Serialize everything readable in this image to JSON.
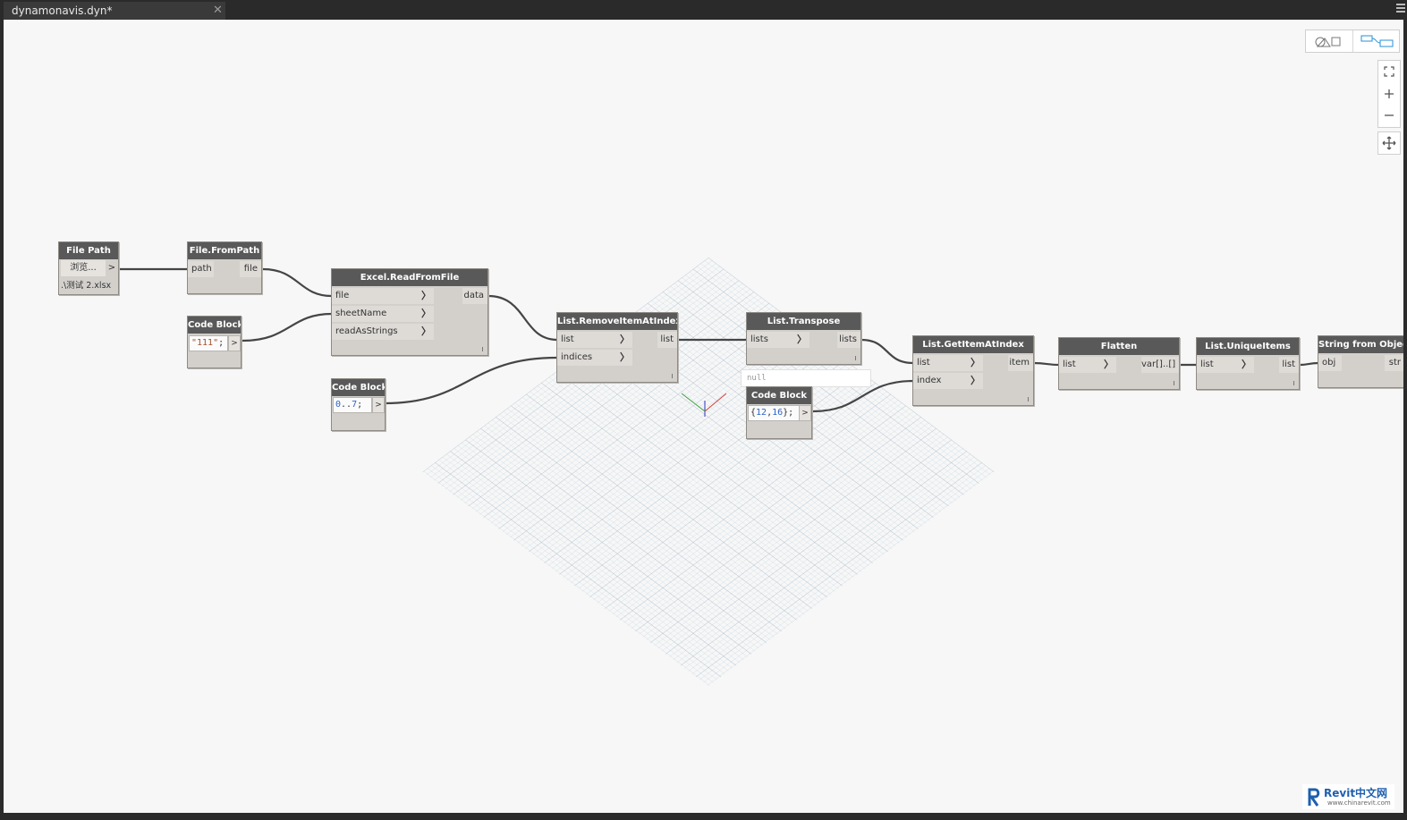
{
  "tab": {
    "title": "dynamonavis.dyn*",
    "close": "✕"
  },
  "nodes": {
    "file_path": {
      "title": "File Path",
      "browse": "浏览...",
      "out": ">",
      "value": ".\\测试 2.xlsx"
    },
    "file_from_path": {
      "title": "File.FromPath",
      "in": "path",
      "out": "file"
    },
    "code_block_1": {
      "title": "Code Block",
      "code_str": "\"111\"",
      "code_end": ";",
      "out": ">"
    },
    "excel_read": {
      "title": "Excel.ReadFromFile",
      "in1": "file",
      "in2": "sheetName",
      "in3": "readAsStrings",
      "out": "data"
    },
    "code_block_2": {
      "title": "Code Block",
      "code_a": "0",
      "code_op": "..",
      "code_b": "7",
      "code_end": ";",
      "out": ">"
    },
    "list_remove": {
      "title": "List.RemoveItemAtIndex",
      "in1": "list",
      "in2": "indices",
      "out": "list"
    },
    "list_transpose": {
      "title": "List.Transpose",
      "in": "lists",
      "out": "lists"
    },
    "null_preview": "null",
    "code_block_3": {
      "title": "Code Block",
      "code_open": "{",
      "code_a": "12",
      "code_sep": ",",
      "code_b": "16",
      "code_close": "};",
      "out": ">"
    },
    "list_get": {
      "title": "List.GetItemAtIndex",
      "in1": "list",
      "in2": "index",
      "out": "item"
    },
    "flatten": {
      "title": "Flatten",
      "in": "list",
      "out": "var[]..[]"
    },
    "unique": {
      "title": "List.UniqueItems",
      "in": "list",
      "out": "list"
    },
    "string_from": {
      "title": "String from Object",
      "in": "obj",
      "out": "str"
    }
  },
  "watermark": {
    "brand": "Revit中文网",
    "url": "www.chinarevit.com"
  },
  "icons": [
    "geometry-view-icon",
    "graph-view-icon",
    "zoom-fit-icon",
    "zoom-in-icon",
    "zoom-out-icon",
    "pan-icon",
    "menu-icon",
    "close-icon"
  ]
}
